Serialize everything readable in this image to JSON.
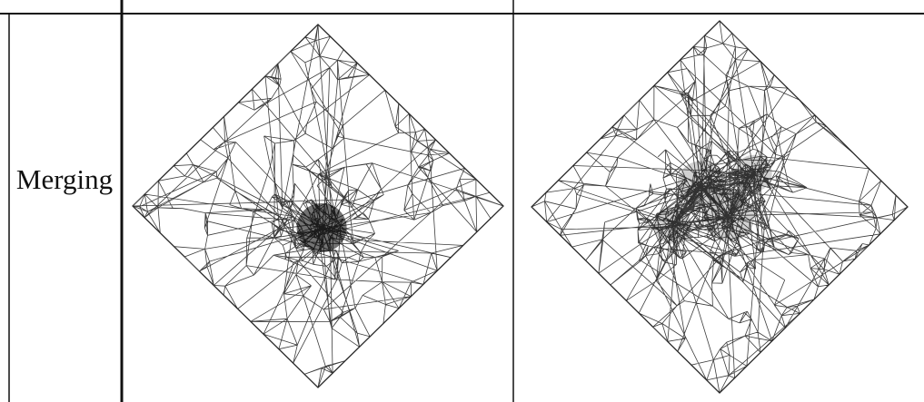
{
  "table": {
    "row_label": "Merging"
  },
  "colors": {
    "rule": "#111111",
    "mesh_edge": "#1a1a1a",
    "mesh_dense": "#000000",
    "outline": "#555555"
  },
  "meshes": [
    {
      "name": "mesh-left",
      "dense_core": "single"
    },
    {
      "name": "mesh-right",
      "dense_core": "ring"
    }
  ]
}
